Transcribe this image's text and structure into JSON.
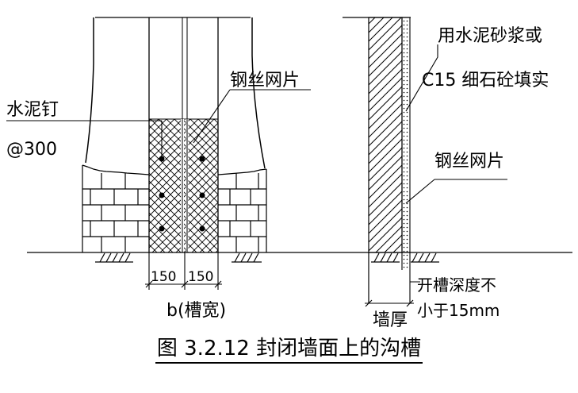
{
  "labels": {
    "cement_nail": "水泥钉",
    "nail_spacing": "@300",
    "wire_mesh_left": "钢丝网片",
    "mortar_line1": "用水泥砂浆或",
    "mortar_line2": "C15 细石砼填实",
    "wire_mesh_right": "钢丝网片",
    "dim_left": "150",
    "dim_right": "150",
    "groove_width": "b(槽宽)",
    "wall_thickness": "墙厚",
    "depth_line1": "开槽深度不",
    "depth_line2": "小于15mm"
  },
  "caption": "图 3.2.12 封闭墙面上的沟槽"
}
